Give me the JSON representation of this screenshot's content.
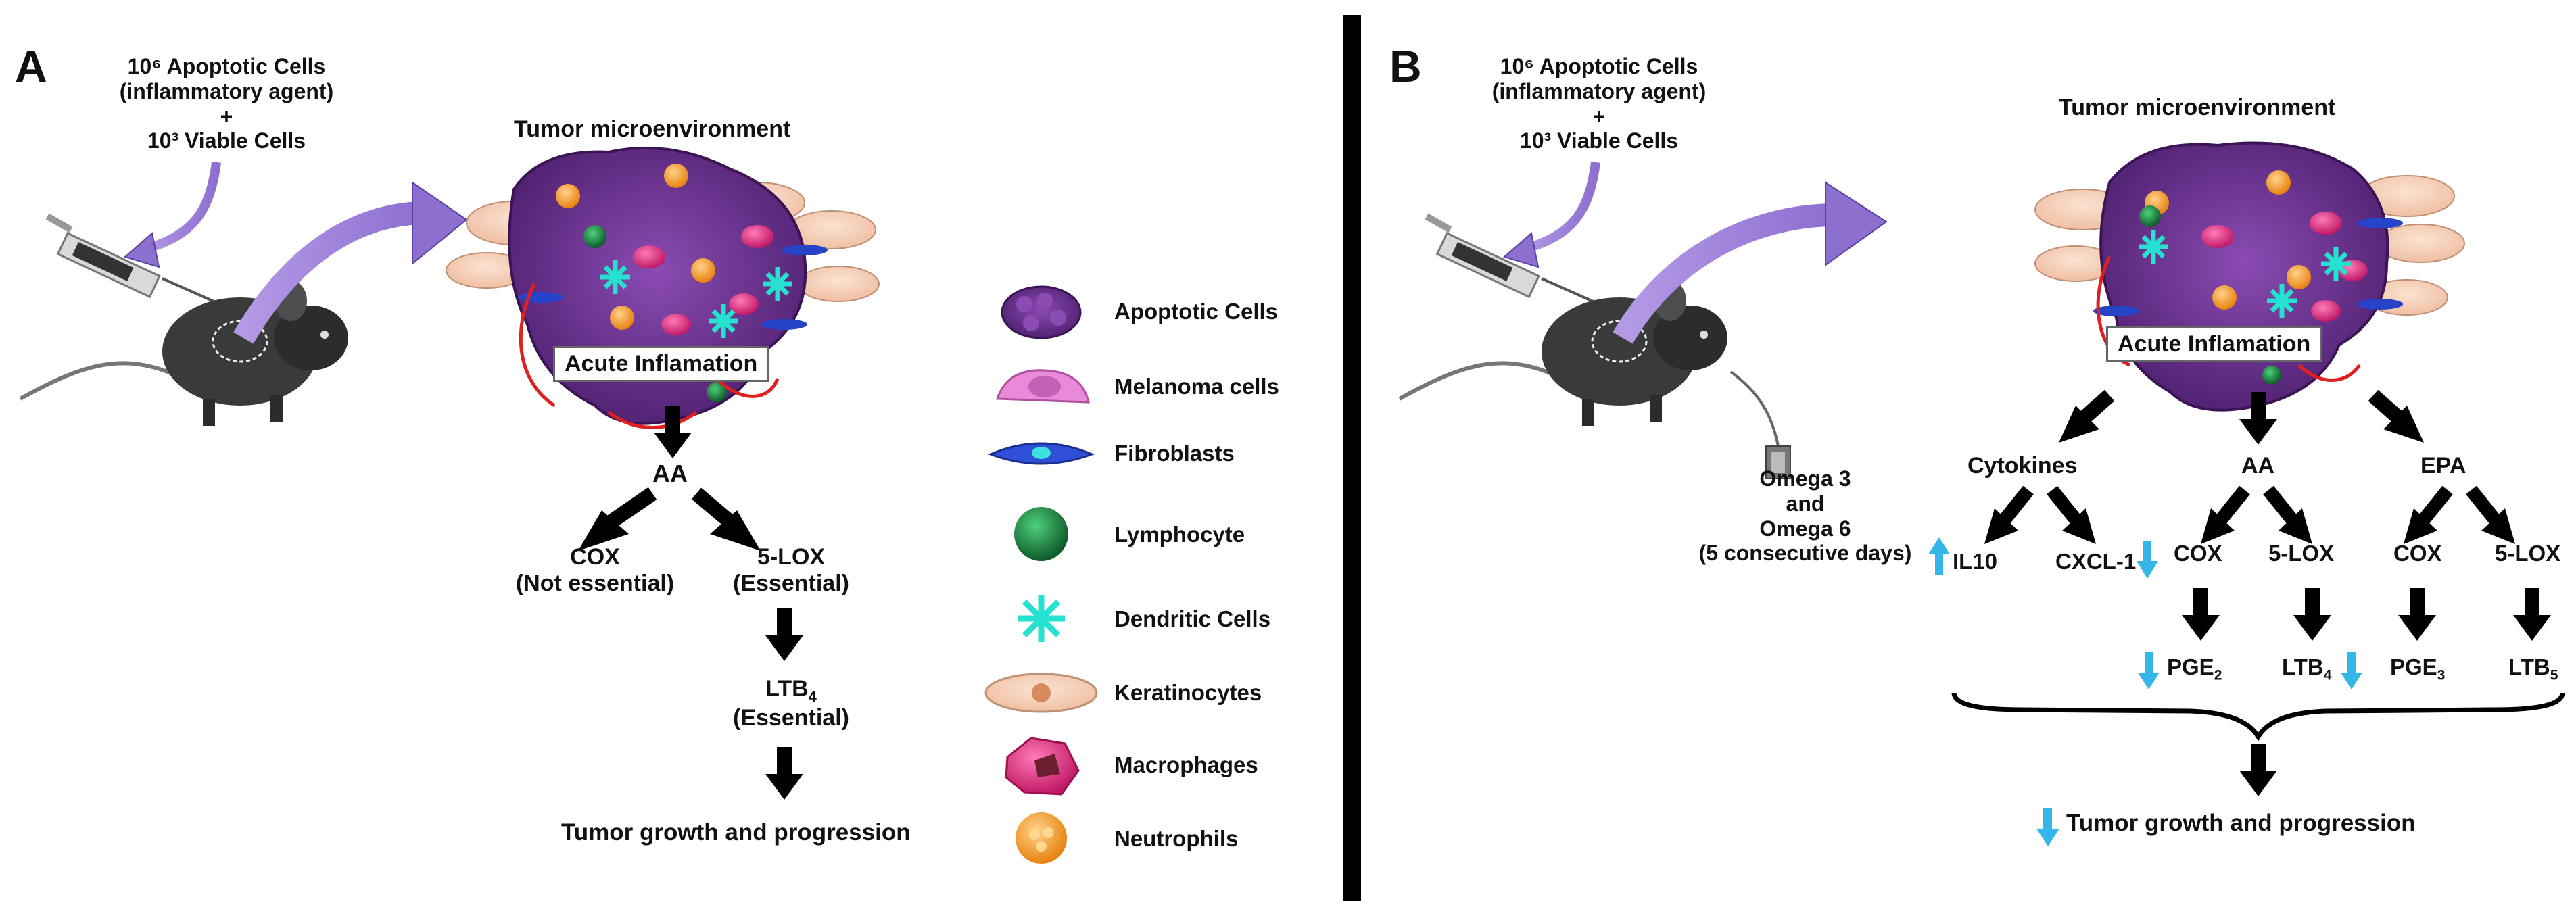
{
  "panelA": {
    "letter": "A",
    "injection_line1": "10⁶ Apoptotic Cells",
    "injection_line2": "(inflammatory agent)",
    "injection_plus": "+",
    "injection_line3": "10³ Viable Cells",
    "microenvironment": "Tumor microenvironment",
    "inflammation": "Acute Inflamation",
    "aa": "AA",
    "cox": "COX",
    "cox_note": "(Not essential)",
    "lox": "5-LOX",
    "lox_note": "(Essential)",
    "ltb4": "LTB",
    "ltb4_sub": "4",
    "ltb4_note": "(Essential)",
    "outcome": "Tumor growth and progression"
  },
  "legend": {
    "items": [
      {
        "label": "Apoptotic Cells",
        "icon": "apoptotic-cells-icon"
      },
      {
        "label": "Melanoma cells",
        "icon": "melanoma-cell-icon"
      },
      {
        "label": "Fibroblasts",
        "icon": "fibroblast-icon"
      },
      {
        "label": "Lymphocyte",
        "icon": "lymphocyte-icon"
      },
      {
        "label": "Dendritic Cells",
        "icon": "dendritic-cell-icon"
      },
      {
        "label": "Keratinocytes",
        "icon": "keratinocyte-icon"
      },
      {
        "label": "Macrophages",
        "icon": "macrophage-icon"
      },
      {
        "label": "Neutrophils",
        "icon": "neutrophil-icon"
      }
    ]
  },
  "panelB": {
    "letter": "B",
    "injection_line1": "10⁶ Apoptotic Cells",
    "injection_line2": "(inflammatory agent)",
    "injection_plus": "+",
    "injection_line3": "10³ Viable Cells",
    "microenvironment": "Tumor microenvironment",
    "inflammation": "Acute Inflamation",
    "omega_line1": "Omega 3",
    "omega_line2": "and",
    "omega_line3": "Omega 6",
    "omega_line4": "(5 consecutive days)",
    "cytokines": "Cytokines",
    "il10": "IL10",
    "cxcl1": "CXCL-1",
    "aa": "AA",
    "epa": "EPA",
    "cox1": "COX",
    "lox1": "5-LOX",
    "cox2": "COX",
    "lox2": "5-LOX",
    "pge2": "PGE",
    "pge2_sub": "2",
    "ltb4": "LTB",
    "ltb4_sub": "4",
    "pge3": "PGE",
    "pge3_sub": "3",
    "ltb5": "LTB",
    "ltb5_sub": "5",
    "outcome": "Tumor growth and progression"
  },
  "colors": {
    "arrow_purple": "#9b7fd4",
    "tumor_purple": "#6a2f8e",
    "down_arrow_blue": "#35b6e8",
    "up_arrow_blue": "#35b6e8"
  }
}
